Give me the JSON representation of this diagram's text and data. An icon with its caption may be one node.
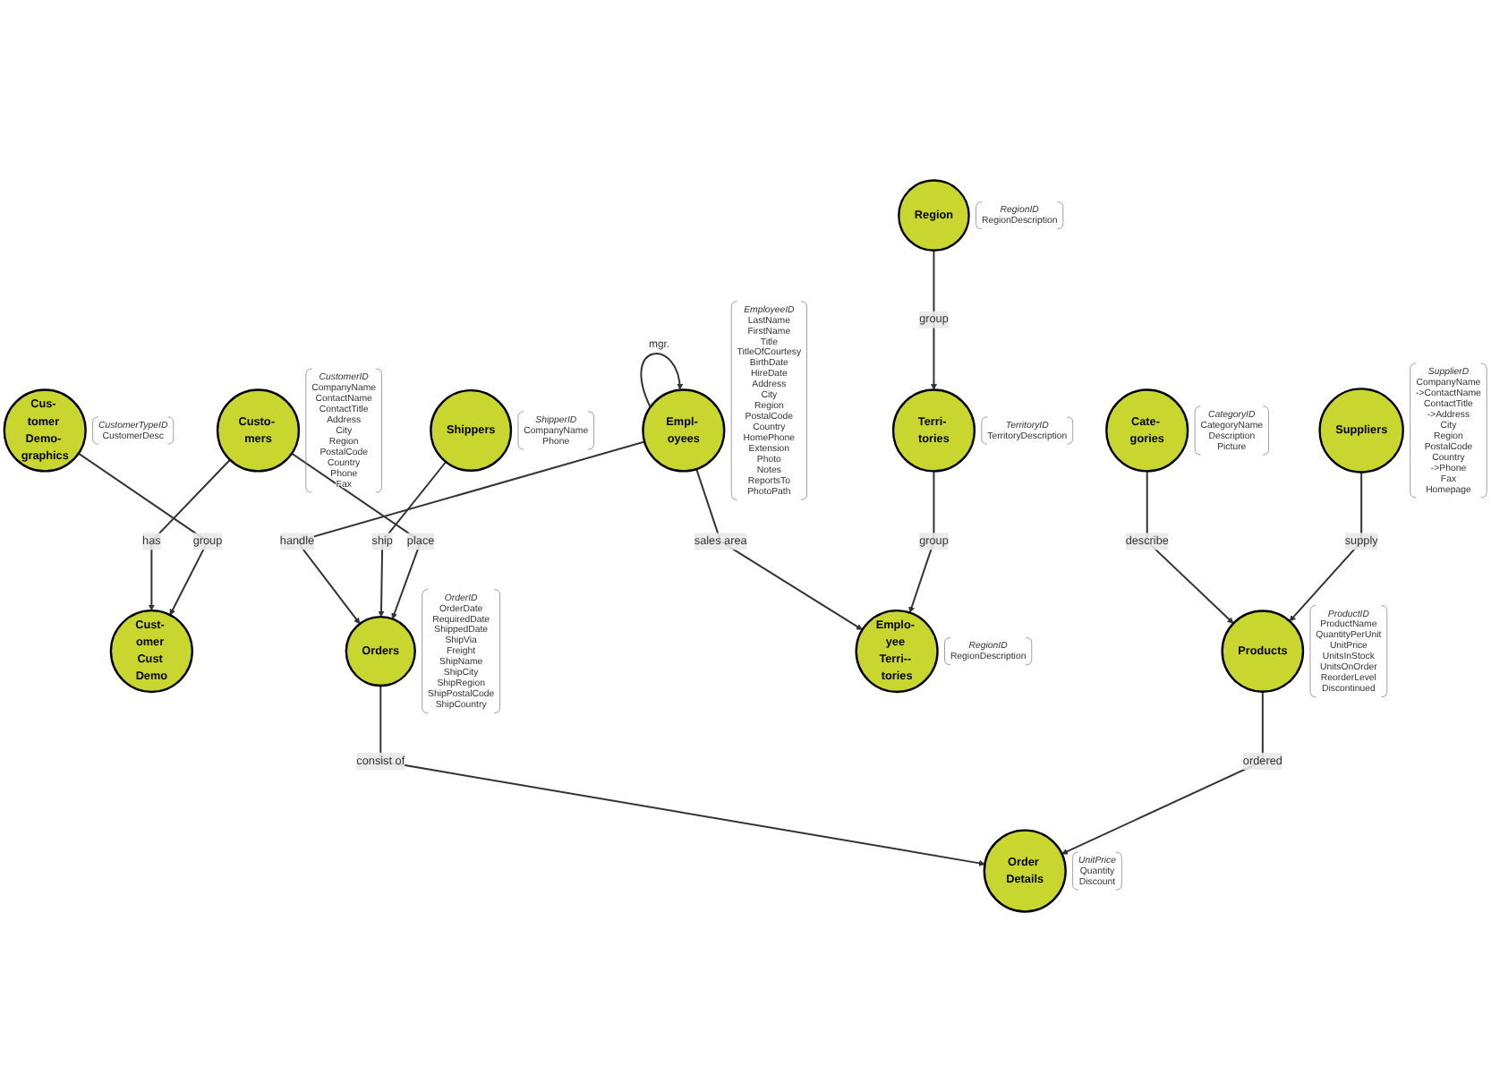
{
  "diagram": {
    "nodes": [
      {
        "text": [
          "Cus- tomer Demo- graphics"
        ],
        "beside": [
          "CustomerTypeID",
          "CustomerDesc"
        ]
      },
      {
        "text": [
          "Cust- omer Cust Demo"
        ]
      },
      {
        "text": [
          "Custo- mers"
        ],
        "beside": [
          "CustomerID",
          "CompanyName",
          "ContactName",
          "ContactTitle",
          "Address",
          "City",
          "Region",
          "PostalCode",
          "Country",
          "Phone",
          "Fax"
        ]
      },
      {
        "text": [
          "Region"
        ],
        "beside": [
          "RegionID",
          "RegionDescription"
        ]
      },
      {
        "text": [
          "Suppliers"
        ],
        "beside": [
          "SupplierD",
          "CompanyName",
          "->ContactName",
          "ContactTitle",
          "->Address",
          "City",
          "Region",
          "PostalCode",
          "Country",
          "->Phone",
          "Fax",
          "Homepage"
        ]
      },
      {
        "text": [
          "Cate- gories"
        ],
        "beside": [
          "CategoryID",
          "CategoryName",
          "Description",
          "Picture"
        ]
      },
      {
        "text": [
          "Terri- tories"
        ],
        "beside": [
          "TerritoryID",
          "TerritoryDescription"
        ]
      },
      {
        "text": [
          "Products"
        ],
        "beside": [
          "ProductID",
          "ProductName",
          "QuantityPerUnit",
          "UnitPrice",
          "UnitsInStock",
          "UnitsOnOrder",
          "ReorderLevel",
          "Discontinued"
        ]
      },
      {
        "text": [
          "Shippers"
        ],
        "beside": [
          "ShipperID",
          "CompanyName",
          "Phone"
        ]
      },
      {
        "text": [
          "Emplo- yee Terri-- tories"
        ],
        "beside": [
          "RegionID",
          "RegionDescription"
        ]
      },
      {
        "text": [
          "Empl- oyees"
        ],
        "beside": [
          "EmployeeID",
          "LastName",
          "FirstName",
          "Title",
          "TitleOfCourtesy",
          "BirthDate",
          "HireDate",
          "Address",
          "City",
          "Region",
          "PostalCode",
          "Country",
          "HomePhone",
          "Extension",
          "Photo",
          "Notes",
          "ReportsTo",
          "PhotoPath"
        ]
      },
      {
        "text": [
          "Orders"
        ],
        "beside": [
          "OrderID",
          "OrderDate",
          "RequiredDate",
          "ShippedDate",
          "ShipVia",
          "Freight",
          "ShipName",
          "ShipCity",
          "ShipRegion",
          "ShipPostalCode",
          "ShipCountry"
        ]
      },
      {
        "text": [
          "Order Details"
        ],
        "beside": [
          "UnitPrice",
          "Quantity",
          "Discount"
        ]
      }
    ],
    "edges": [
      {
        "from": 0,
        "to": 1,
        "arrow": "to",
        "label": "group"
      },
      {
        "from": 2,
        "to": 1,
        "arrow": "to",
        "label": "has"
      },
      {
        "from": 3,
        "to": 6,
        "arrow": "to",
        "label": "group"
      },
      {
        "from": 6,
        "to": 9,
        "arrow": "to",
        "label": "group"
      },
      {
        "from": 4,
        "to": 7,
        "arrow": "to",
        "label": "supply"
      },
      {
        "from": 5,
        "to": 7,
        "arrow": "to",
        "label": "describe"
      },
      {
        "from": 2,
        "to": 11,
        "arrow": "to",
        "label": "place"
      },
      {
        "from": 8,
        "to": 11,
        "arrow": "to",
        "label": "ship"
      },
      {
        "from": 10,
        "to": 10,
        "arrow": "to",
        "label": "mgr."
      },
      {
        "from": 10,
        "to": 9,
        "arrow": "to",
        "label": "sales area"
      },
      {
        "from": 10,
        "to": 11,
        "arrow": "to",
        "label": "handle"
      },
      {
        "from": 7,
        "to": 12,
        "arrow": "to",
        "label": "ordered"
      },
      {
        "from": 11,
        "to": 12,
        "arrow": "to",
        "label": "consist of"
      }
    ]
  }
}
